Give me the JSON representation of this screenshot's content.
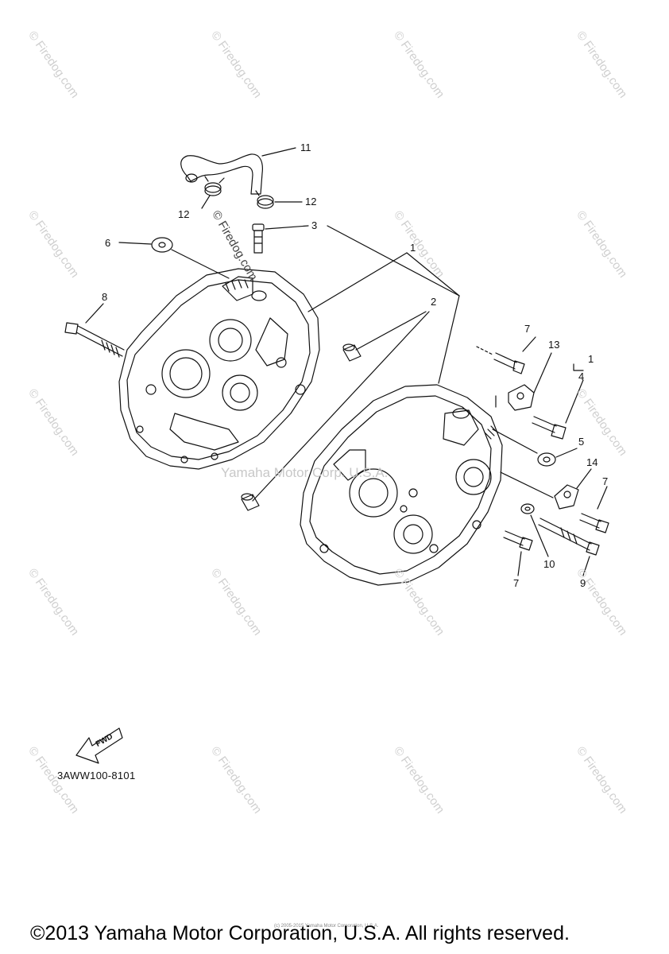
{
  "watermarks": {
    "tile_text": "© Firedog.com",
    "center_text": "Yamaha Motor Corp. U.S.A.",
    "overlay_text": "© Firedog.com"
  },
  "callouts": [
    {
      "id": "c11",
      "label": "11"
    },
    {
      "id": "c12a",
      "label": "12"
    },
    {
      "id": "c12b",
      "label": "12"
    },
    {
      "id": "c3",
      "label": "3"
    },
    {
      "id": "c1a",
      "label": "1"
    },
    {
      "id": "c6",
      "label": "6"
    },
    {
      "id": "c2",
      "label": "2"
    },
    {
      "id": "c8",
      "label": "8"
    },
    {
      "id": "c7a",
      "label": "7"
    },
    {
      "id": "c13",
      "label": "13"
    },
    {
      "id": "c1b",
      "label": "1"
    },
    {
      "id": "c4",
      "label": "4"
    },
    {
      "id": "c5",
      "label": "5"
    },
    {
      "id": "c14",
      "label": "14"
    },
    {
      "id": "c7b",
      "label": "7"
    },
    {
      "id": "c10",
      "label": "10"
    },
    {
      "id": "c7c",
      "label": "7"
    },
    {
      "id": "c9",
      "label": "9"
    }
  ],
  "fwd_label": "FWD",
  "diagram_code": "3AWW100-8101",
  "fine_print": "(c) 2005-2015 Yamaha Motor Corporation, U.S.A.",
  "footer": "©2013 Yamaha Motor Corporation, U.S.A. All rights reserved.",
  "colors": {
    "line": "#111111",
    "watermark": "#cfcfcf"
  }
}
